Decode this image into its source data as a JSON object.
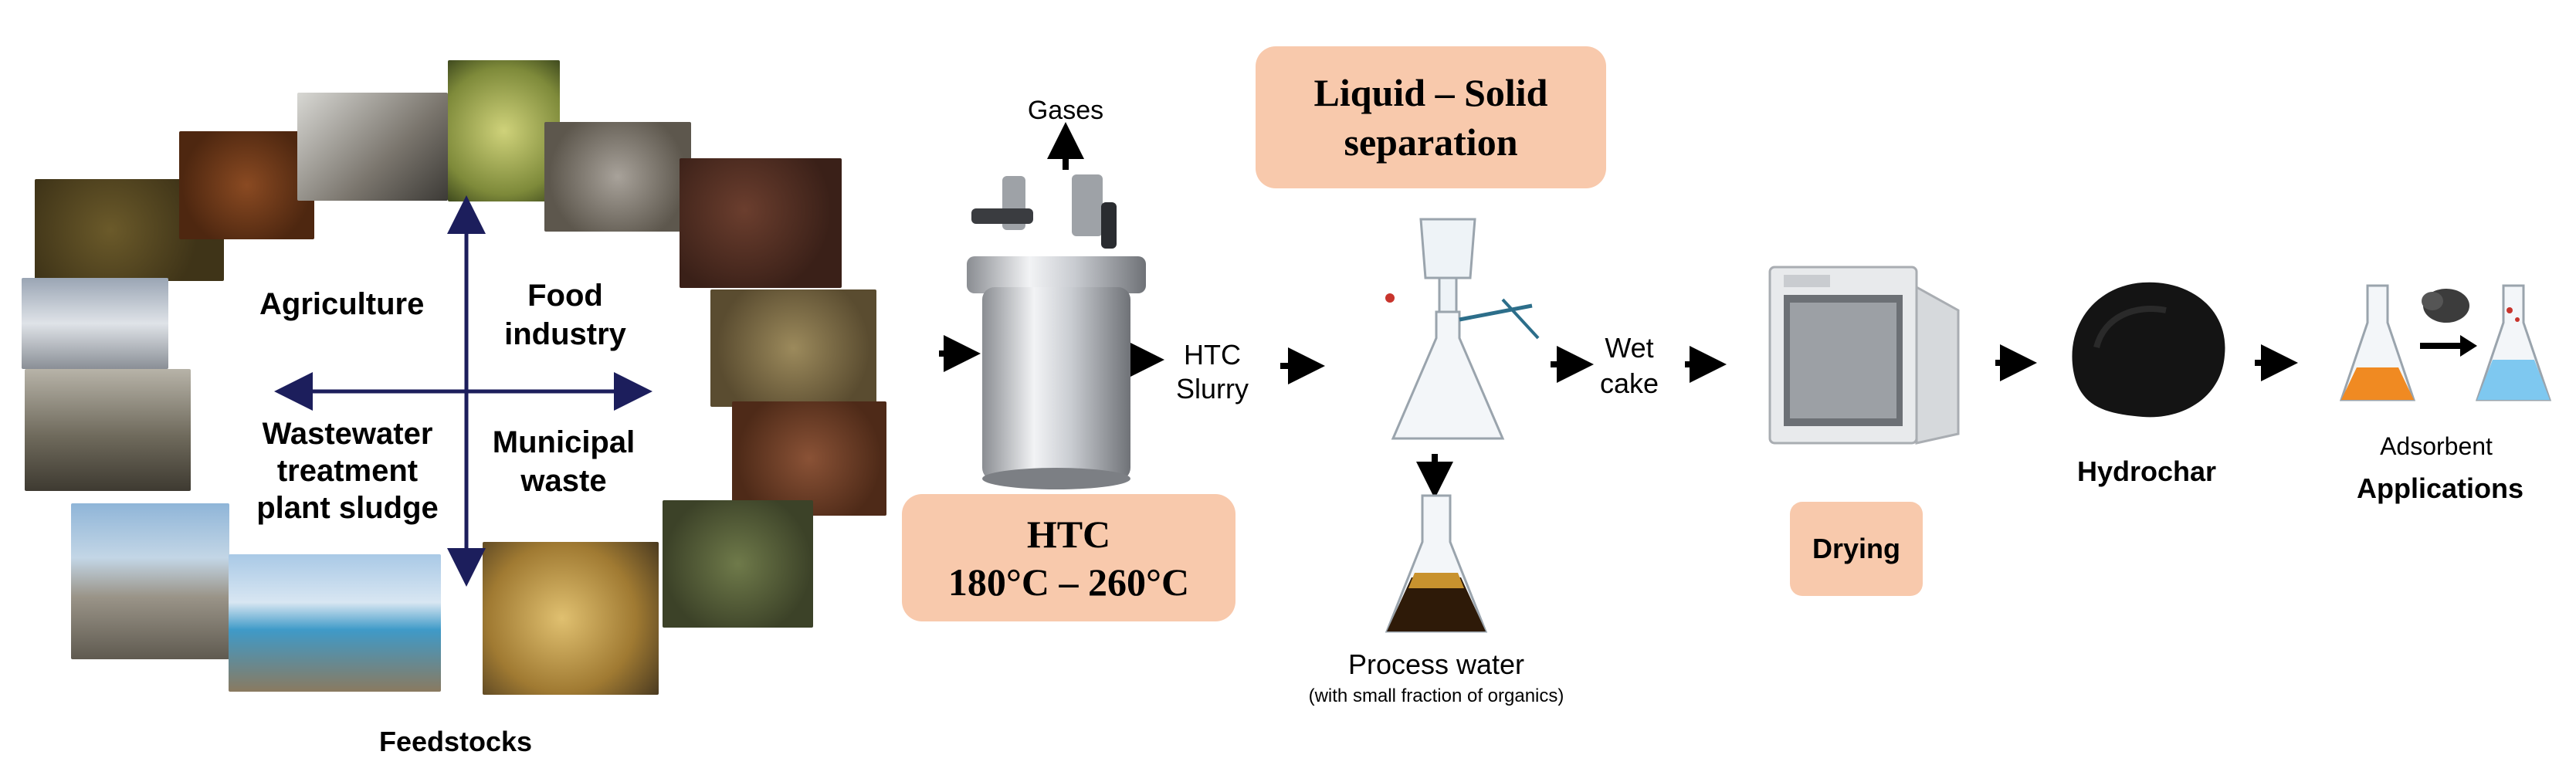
{
  "feedstocks": {
    "categories": {
      "agriculture": "Agriculture",
      "food_industry_line1": "Food",
      "food_industry_line2": "industry",
      "wastewater_line1": "Wastewater",
      "wastewater_line2": "treatment",
      "wastewater_line3": "plant sludge",
      "municipal_line1": "Municipal",
      "municipal_line2": "waste"
    },
    "caption": "Feedstocks"
  },
  "reactor": {
    "gases_label": "Gases",
    "stage_title": "HTC",
    "temperature_range": "180°C – 260°C"
  },
  "slurry": {
    "line1": "HTC",
    "line2": "Slurry"
  },
  "separation": {
    "title_line1": "Liquid – Solid",
    "title_line2": "separation",
    "process_water_label": "Process water",
    "process_water_note": "(with small fraction of organics)"
  },
  "wet_cake": {
    "line1": "Wet",
    "line2": "cake"
  },
  "drying": {
    "label": "Drying"
  },
  "hydrochar": {
    "label": "Hydrochar"
  },
  "applications": {
    "adsorbent_label": "Adsorbent",
    "label": "Applications"
  },
  "colors": {
    "stage_box": "#f8c9ac",
    "arrow": "#000000",
    "category_arrow": "#1c1e5c"
  }
}
